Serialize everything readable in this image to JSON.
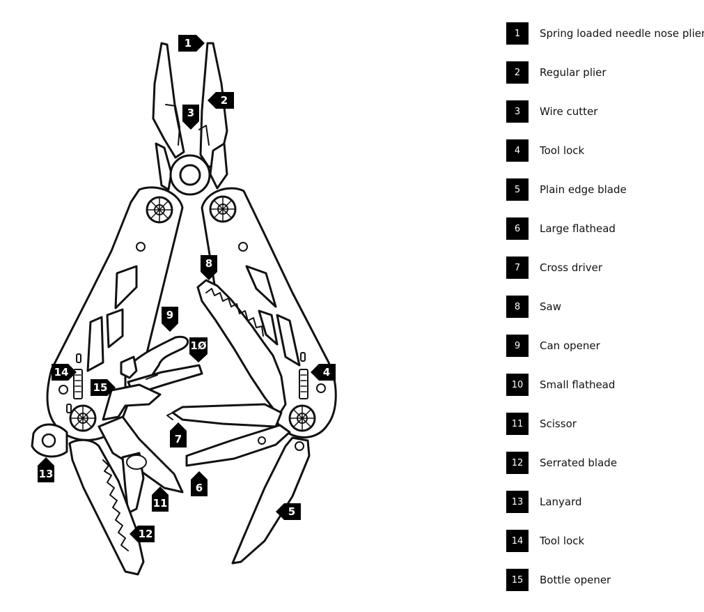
{
  "legend": [
    {
      "num": "1",
      "label": "Spring loaded needle nose plier"
    },
    {
      "num": "2",
      "label": "Regular plier"
    },
    {
      "num": "3",
      "label": "Wire cutter"
    },
    {
      "num": "4",
      "label": "Tool lock"
    },
    {
      "num": "5",
      "label": "Plain edge blade"
    },
    {
      "num": "6",
      "label": "Large flathead"
    },
    {
      "num": "7",
      "label": "Cross driver"
    },
    {
      "num": "8",
      "label": "Saw"
    },
    {
      "num": "9",
      "label": "Can opener"
    },
    {
      "num": "10",
      "label": "Small flathead"
    },
    {
      "num": "11",
      "label": "Scissor"
    },
    {
      "num": "12",
      "label": "Serrated blade"
    },
    {
      "num": "13",
      "label": "Lanyard"
    },
    {
      "num": "14",
      "label": "Tool lock"
    },
    {
      "num": "15",
      "label": "Bottle opener"
    }
  ],
  "callouts": {
    "c1": "1",
    "c2": "2",
    "c3": "3",
    "c4": "4",
    "c5": "5",
    "c6": "6",
    "c7": "7",
    "c8": "8",
    "c9": "9",
    "c10": "1Ø",
    "c11": "11",
    "c12": "12",
    "c13": "13",
    "c14": "14",
    "c15": "15"
  },
  "colors": {
    "ink": "#111111",
    "callout_bg": "#000000",
    "callout_text": "#ffffff",
    "background": "#ffffff"
  }
}
